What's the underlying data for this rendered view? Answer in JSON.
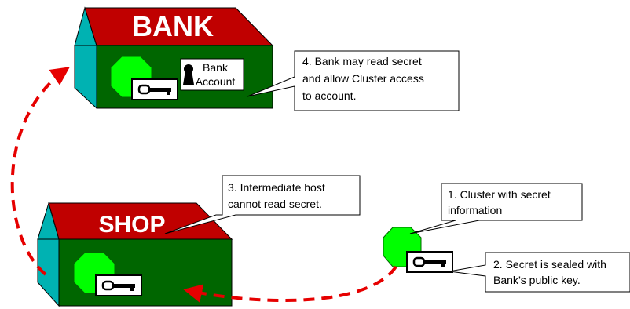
{
  "bank": {
    "title": "BANK",
    "account_label": [
      "Bank",
      "Account"
    ]
  },
  "shop": {
    "title": "SHOP"
  },
  "callouts": {
    "cluster": [
      "1. Cluster with secret",
      "information"
    ],
    "sealed": [
      "2. Secret is sealed with",
      "Bank’s public key."
    ],
    "intermediate": [
      "3. Intermediate host",
      "cannot read secret."
    ],
    "bank_read": [
      "4. Bank may read secret",
      "and allow Cluster access",
      "to account."
    ]
  },
  "colors": {
    "roof": "#c00000",
    "wall": "#006600",
    "side": "#00b2b2",
    "cluster": "#00ff00",
    "arrow": "#e60000"
  }
}
